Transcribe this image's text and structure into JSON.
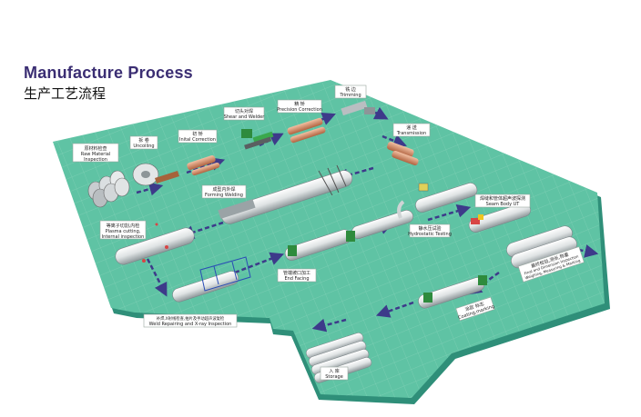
{
  "title": {
    "en": "Manufacture Process",
    "zh": "生产工艺流程"
  },
  "colors": {
    "floor_top": "#5fc3a4",
    "floor_edge": "#2f8f79",
    "grid_line": "#8fd6be",
    "arrow": "#3d3a8a",
    "pipe_light": "#f3f4f4",
    "pipe_dark": "#9aa3a6",
    "title_en": "#3b2e73"
  },
  "steps": [
    {
      "id": "raw",
      "zh": "原材料检查",
      "en1": "Raw Material",
      "en2": "Inspection"
    },
    {
      "id": "uncoiling",
      "zh": "拆 卷",
      "en1": "Uncoiling",
      "en2": ""
    },
    {
      "id": "initial",
      "zh": "初 矫",
      "en1": "Inital Correction",
      "en2": ""
    },
    {
      "id": "shear",
      "zh": "切头对焊",
      "en1": "Shear and Welder",
      "en2": ""
    },
    {
      "id": "precision",
      "zh": "精 矫",
      "en1": "Precision Correction",
      "en2": ""
    },
    {
      "id": "trimming",
      "zh": "铣 边",
      "en1": "Trimming",
      "en2": ""
    },
    {
      "id": "transmission",
      "zh": "递 送",
      "en1": "Transmission",
      "en2": ""
    },
    {
      "id": "forming",
      "zh": "成型内外焊",
      "en1": "Forming Welding",
      "en2": ""
    },
    {
      "id": "seam",
      "zh": "焊缝和管体超声波探测",
      "en1": "Seam Body UT",
      "en2": ""
    },
    {
      "id": "hydro",
      "zh": "静水压试验",
      "en1": "Hydrostatic Testing",
      "en2": ""
    },
    {
      "id": "plasma",
      "zh": "等离子切割,内检",
      "en1": "Plasma cutting,",
      "en2": "Internal inspection"
    },
    {
      "id": "endfacing",
      "zh": "管端坡口加工",
      "en1": "End Facing",
      "en2": ""
    },
    {
      "id": "final",
      "zh": "最终检验,测长,称重",
      "en1": "Final and Dimension Inspection",
      "en2": "Weighing, Measuring & Marking"
    },
    {
      "id": "coating",
      "zh": "涂层 标志",
      "en1": "Coating,marking",
      "en2": ""
    },
    {
      "id": "repair",
      "zh": "补焊,X射线检查,拍片及手动超声波复检",
      "en1": "Weld Repairing and X-ray Inspection",
      "en2": ""
    },
    {
      "id": "storage",
      "zh": "入 库",
      "en1": "Storage",
      "en2": ""
    }
  ]
}
